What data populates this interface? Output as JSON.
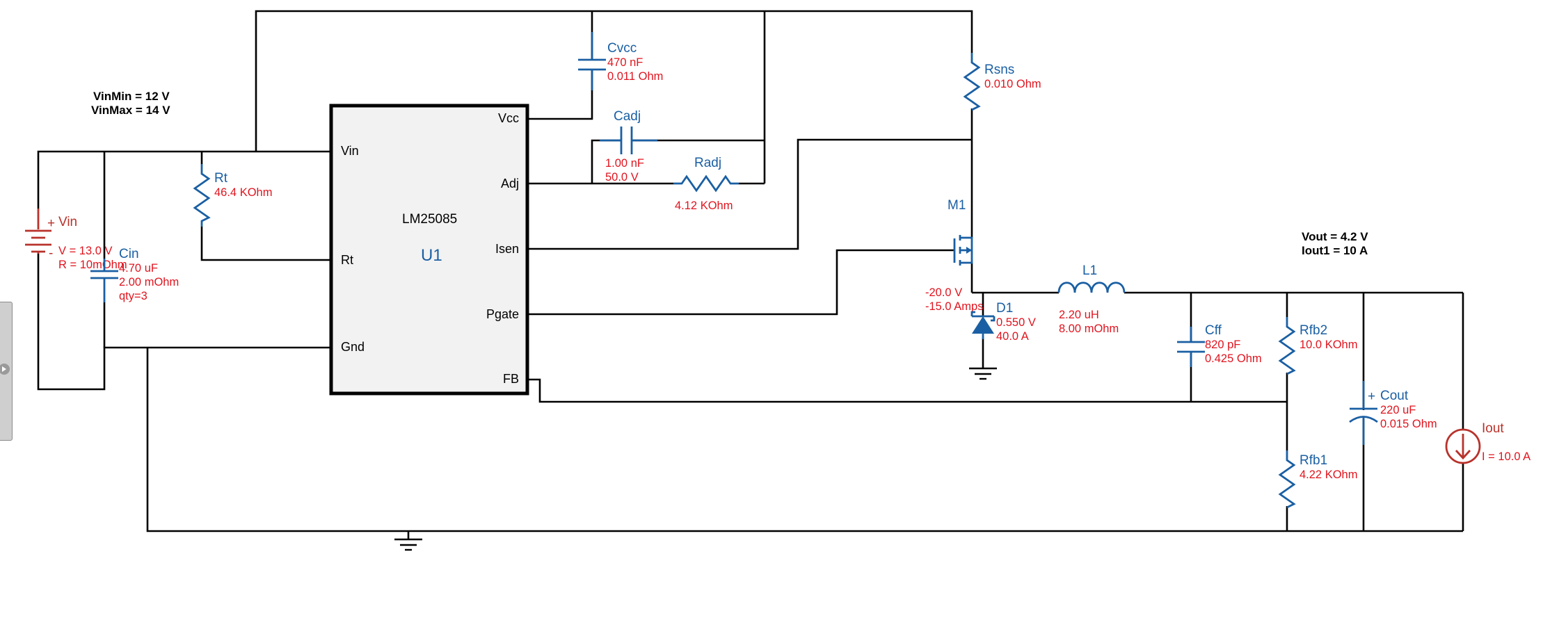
{
  "constraints": {
    "vin_min": "VinMin = 12 V",
    "vin_max": "VinMax = 14 V",
    "vout": "Vout = 4.2 V",
    "iout1": "Iout1 = 10 A"
  },
  "u1": {
    "ref": "U1",
    "part": "LM25085",
    "pins": {
      "vin": "Vin",
      "rt": "Rt",
      "gnd": "Gnd",
      "vcc": "Vcc",
      "adj": "Adj",
      "isen": "Isen",
      "pgate": "Pgate",
      "fb": "FB"
    }
  },
  "components": {
    "vin": {
      "name": "Vin",
      "v1": "V = 13.0 V",
      "v2": "R = 10mOhm"
    },
    "cin": {
      "name": "Cin",
      "v1": "4.70 uF",
      "v2": "2.00 mOhm",
      "v3": "qty=3"
    },
    "rt": {
      "name": "Rt",
      "v1": "46.4 KOhm"
    },
    "cvcc": {
      "name": "Cvcc",
      "v1": "470 nF",
      "v2": "0.011 Ohm"
    },
    "cadj": {
      "name": "Cadj",
      "v1": "1.00 nF",
      "v2": "50.0 V"
    },
    "radj": {
      "name": "Radj",
      "v1": "4.12 KOhm"
    },
    "rsns": {
      "name": "Rsns",
      "v1": "0.010 Ohm"
    },
    "m1": {
      "name": "M1",
      "v1": "-20.0 V",
      "v2": "-15.0 Amps"
    },
    "d1": {
      "name": "D1",
      "v1": "0.550 V",
      "v2": "40.0 A"
    },
    "l1": {
      "name": "L1",
      "v1": "2.20 uH",
      "v2": "8.00 mOhm"
    },
    "cff": {
      "name": "Cff",
      "v1": "820 pF",
      "v2": "0.425 Ohm"
    },
    "rfb2": {
      "name": "Rfb2",
      "v1": "10.0 KOhm"
    },
    "rfb1": {
      "name": "Rfb1",
      "v1": "4.22 KOhm"
    },
    "cout": {
      "name": "Cout",
      "v1": "220 uF",
      "v2": "0.015 Ohm"
    },
    "iout": {
      "name": "Iout",
      "v1": "I = 10.0 A"
    }
  },
  "polarity": {
    "plus": "+",
    "minus": "-"
  },
  "colors": {
    "component": "#1a5fa3",
    "value": "#e0141e",
    "source": "#b8322b",
    "wire": "#000000",
    "ic_fill": "#f2f2f2"
  },
  "icons": {
    "side_handle": "play-triangle-icon"
  }
}
